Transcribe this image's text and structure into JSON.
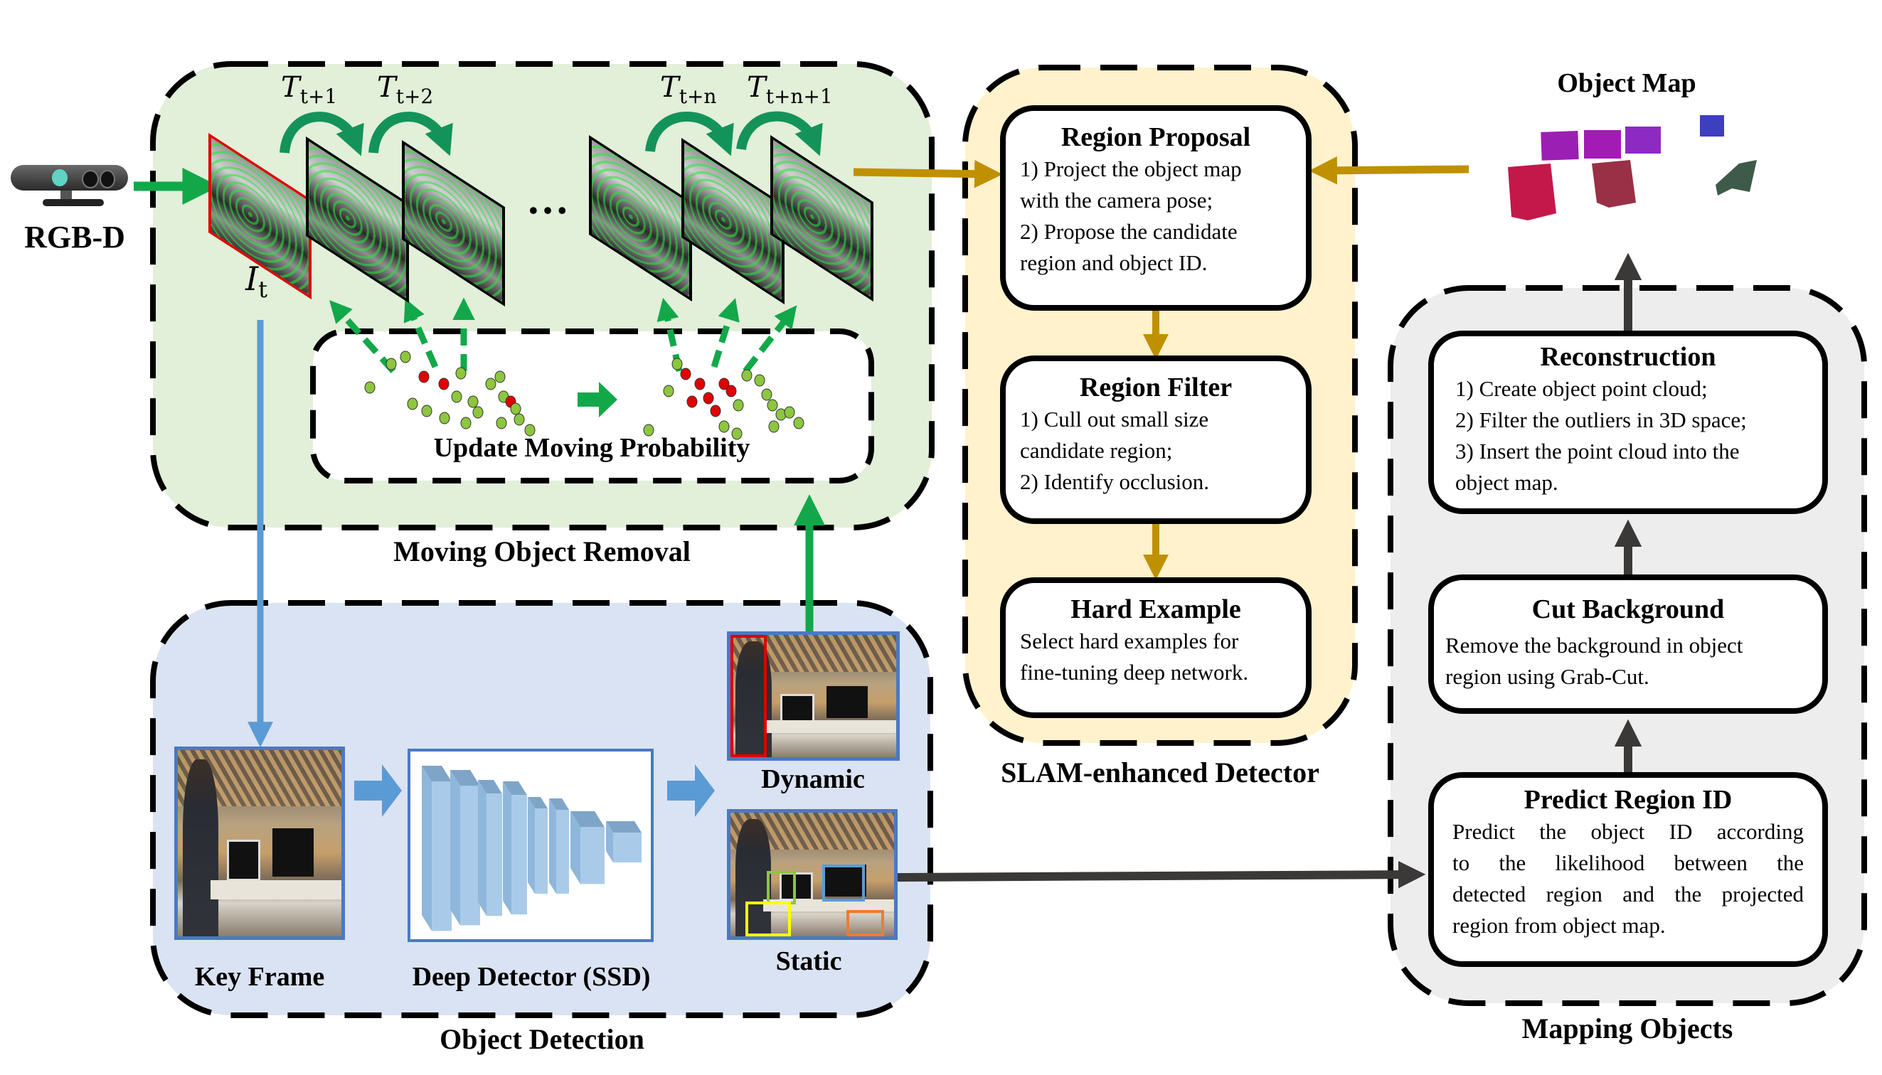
{
  "figure": {
    "sensor": {
      "label": "RGB-D",
      "icon": "rgbd-camera-icon"
    },
    "moving_object_removal": {
      "title": "Moving Object Removal",
      "frame_label": "I_t",
      "frame_label_main": "I",
      "frame_label_sub": "t",
      "transforms": [
        {
          "main": "T",
          "sub": "t+1"
        },
        {
          "main": "T",
          "sub": "t+2"
        },
        {
          "main": "T",
          "sub": "t+n"
        },
        {
          "main": "T",
          "sub": "t+n+1"
        }
      ],
      "ellipsis": "…",
      "update_box_label": "Update Moving Probability",
      "legend_points": {
        "static_color": "#8dc63f",
        "moving_color": "#e00000"
      }
    },
    "object_detection": {
      "title": "Object Detection",
      "key_frame_label": "Key Frame",
      "detector_label": "Deep Detector (SSD)",
      "dynamic_label": "Dynamic",
      "static_label": "Static"
    },
    "slam_enhanced_detector": {
      "title": "SLAM-enhanced Detector",
      "boxes": [
        {
          "title": "Region Proposal",
          "lines": [
            "1) Project the object map",
            "with the camera pose;",
            "2) Propose the candidate",
            "region and object ID."
          ]
        },
        {
          "title": "Region Filter",
          "lines": [
            "1) Cull out small size",
            "candidate region;",
            "2) Identify occlusion."
          ]
        },
        {
          "title": "Hard Example",
          "lines": [
            "Select hard examples for",
            "fine-tuning deep network."
          ]
        }
      ]
    },
    "object_map": {
      "title": "Object Map"
    },
    "mapping_objects": {
      "title": "Mapping Objects",
      "boxes": [
        {
          "title": "Reconstruction",
          "lines": [
            "1) Create object point cloud;",
            "2) Filter the outliers in 3D space;",
            "3) Insert the point cloud into the",
            "object map."
          ]
        },
        {
          "title": "Cut Background",
          "lines": [
            "Remove the background in object",
            "region using Grab-Cut."
          ]
        },
        {
          "title": "Predict Region ID",
          "lines": [
            "Predict the object ID according",
            "to the likelihood between the",
            "detected region and the projected",
            "region from object map."
          ]
        }
      ]
    },
    "colors": {
      "moving_panel_bg": "#e2efd9",
      "detection_panel_bg": "#dae3f3",
      "slam_panel_bg": "#fff2cc",
      "mapping_panel_bg": "#ededed",
      "green_arrow": "#12a84a",
      "blue_arrow": "#5b9bd5",
      "gold_arrow": "#bf9000",
      "dark_arrow": "#3b3838"
    }
  }
}
